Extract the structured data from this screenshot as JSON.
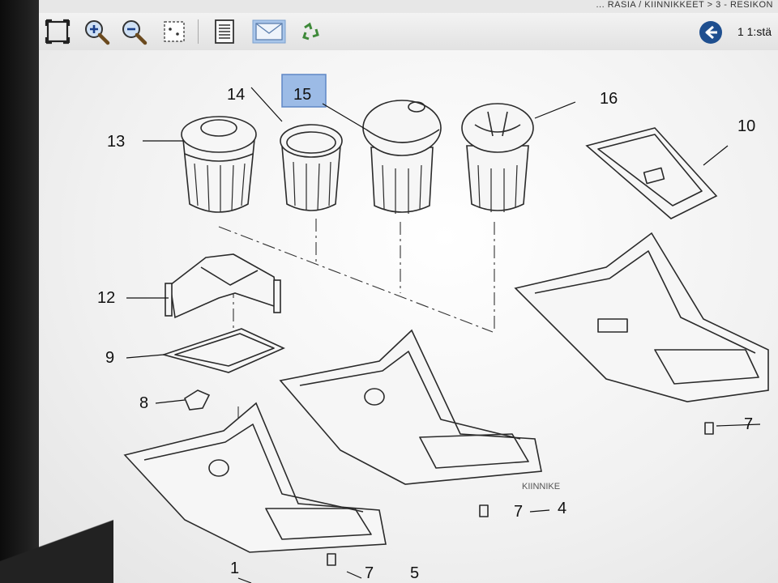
{
  "title_strip": {
    "text": "... RASIA / KIINNIKKEET > 3 - RESIKON"
  },
  "toolbar": {
    "buttons": [
      {
        "name": "fit-page",
        "icon": "fit-page-icon"
      },
      {
        "name": "zoom-in",
        "icon": "zoom-in-icon"
      },
      {
        "name": "zoom-out",
        "icon": "zoom-out-icon"
      },
      {
        "name": "select-area",
        "icon": "select-area-icon"
      },
      {
        "name": "parts-list",
        "icon": "list-icon"
      },
      {
        "name": "send-mail",
        "icon": "envelope-icon"
      },
      {
        "name": "refresh",
        "icon": "recycle-icon"
      }
    ],
    "back_icon": "arrow-left-icon",
    "page_indicator": "1 1:stä"
  },
  "diagram": {
    "highlighted": "15",
    "callouts": [
      "13",
      "14",
      "15",
      "16",
      "10",
      "12",
      "9",
      "8",
      "7",
      "4",
      "1",
      "7",
      "5",
      "7"
    ],
    "labels": {
      "kiinnike": "KIINNIKE"
    }
  },
  "colors": {
    "highlight": "#9cbbe6",
    "back_button": "#1f4f8f"
  }
}
